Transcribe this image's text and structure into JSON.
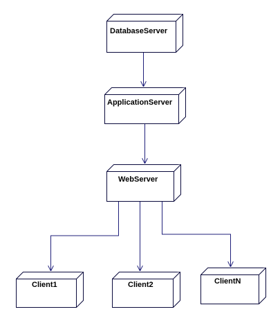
{
  "diagram": {
    "type": "UML deployment diagram",
    "nodes": [
      {
        "id": "db",
        "label": "DatabaseServer"
      },
      {
        "id": "app",
        "label": "ApplicationServer"
      },
      {
        "id": "web",
        "label": "WebServer"
      },
      {
        "id": "c1",
        "label": "Client1"
      },
      {
        "id": "c2",
        "label": "Client2"
      },
      {
        "id": "cn",
        "label": "ClientN"
      }
    ],
    "edges": [
      {
        "from": "db",
        "to": "app"
      },
      {
        "from": "app",
        "to": "web"
      },
      {
        "from": "web",
        "to": "c1"
      },
      {
        "from": "web",
        "to": "c2"
      },
      {
        "from": "web",
        "to": "cn"
      }
    ],
    "colors": {
      "line": "#1f1f7a",
      "node_border": "#0a0a3c",
      "background": "#ffffff"
    }
  }
}
